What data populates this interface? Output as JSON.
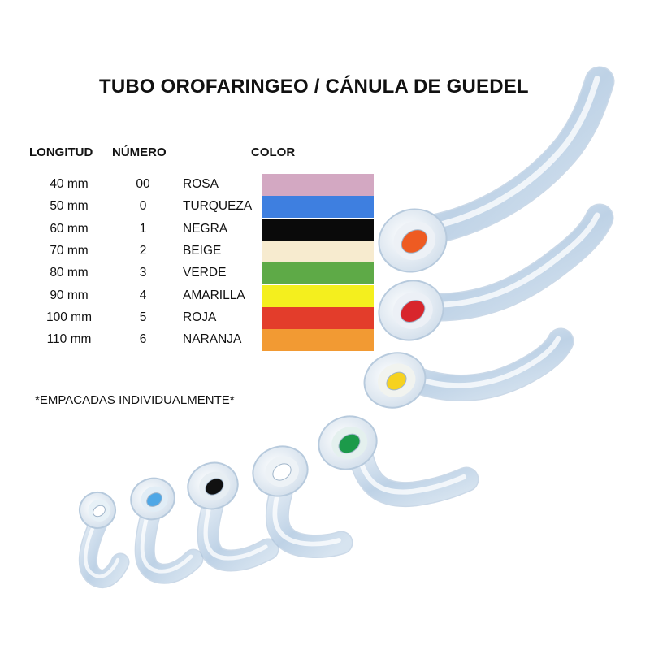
{
  "title": "TUBO OROFARINGEO / CÁNULA DE GUEDEL",
  "headers": {
    "length": "LONGITUD",
    "number": "NÚMERO",
    "color": "COLOR"
  },
  "rows": [
    {
      "length": "40 mm",
      "number": "00",
      "color_name": "ROSA",
      "swatch": "#d3a8c2"
    },
    {
      "length": "50 mm",
      "number": "0",
      "color_name": "TURQUEZA",
      "swatch": "#3e7fe0"
    },
    {
      "length": "60 mm",
      "number": "1",
      "color_name": "NEGRA",
      "swatch": "#0a0a0a"
    },
    {
      "length": "70 mm",
      "number": "2",
      "color_name": "BEIGE",
      "swatch": "#f7ebcf"
    },
    {
      "length": "80 mm",
      "number": "3",
      "color_name": "VERDE",
      "swatch": "#5eaa47"
    },
    {
      "length": "90 mm",
      "number": "4",
      "color_name": "AMARILLA",
      "swatch": "#f4ef1e"
    },
    {
      "length": "100 mm",
      "number": "5",
      "color_name": "ROJA",
      "swatch": "#e33d2b"
    },
    {
      "length": "110 mm",
      "number": "6",
      "color_name": "NARANJA",
      "swatch": "#f29a33"
    }
  ],
  "note": "*EMPACADAS INDIVIDUALMENTE*",
  "airways": [
    {
      "bite_block_color": "#ffffff",
      "flange_tint": "#e7f1f7"
    },
    {
      "bite_block_color": "#4ea7e6",
      "flange_tint": "#e1edf6"
    },
    {
      "bite_block_color": "#111111",
      "flange_tint": "#e7eef3"
    },
    {
      "bite_block_color": "#ffffff",
      "flange_tint": "#edf2f6"
    },
    {
      "bite_block_color": "#1c9a4a",
      "flange_tint": "#e4f0ee"
    },
    {
      "bite_block_color": "#f6d21f",
      "flange_tint": "#f1f3ef"
    },
    {
      "bite_block_color": "#d8262c",
      "flange_tint": "#ecf0f6"
    },
    {
      "bite_block_color": "#ee5b22",
      "flange_tint": "#edf1f6"
    }
  ]
}
